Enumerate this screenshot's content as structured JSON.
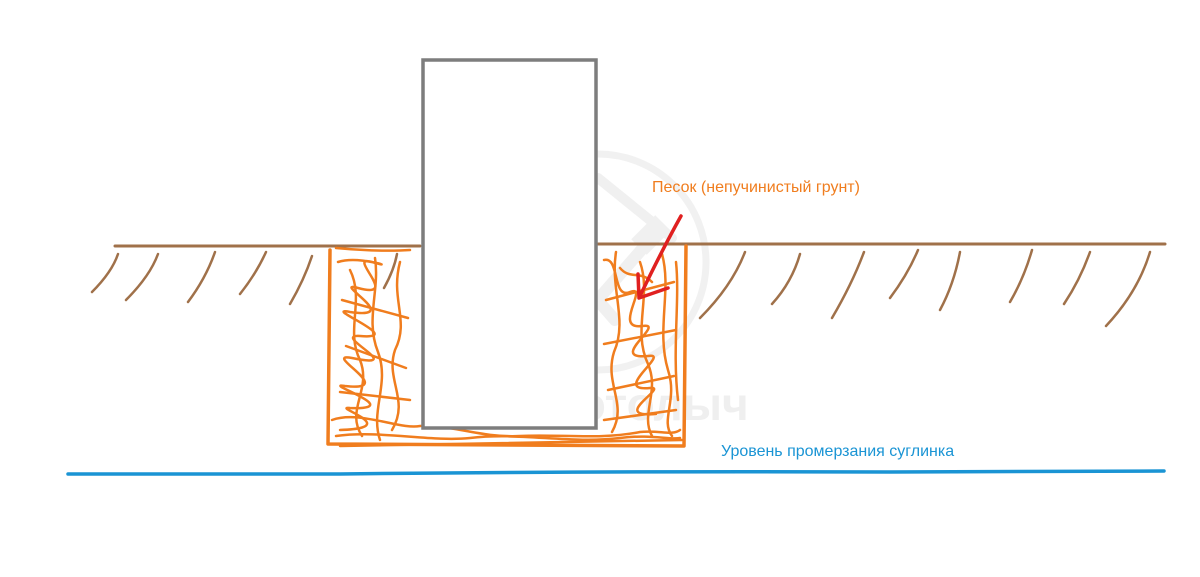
{
  "diagram": {
    "labels": {
      "sand": "Песок (непучинистый грунт)",
      "frost_level": "Уровень промерзания суглинка"
    },
    "watermark": "СамПотолыч",
    "colors": {
      "ground": "#a0714a",
      "sand": "#f07d1e",
      "frost": "#1a94d4",
      "post": "#7d7d7d",
      "arrow": "#e02020",
      "watermark": "#e8e8e8"
    },
    "icons": [
      "crossed-hammers-icon",
      "house-roof-icon"
    ]
  }
}
